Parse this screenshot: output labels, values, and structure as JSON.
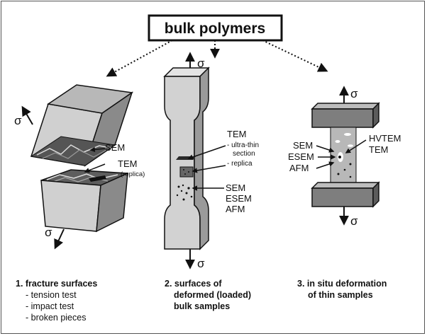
{
  "title": "bulk polymers",
  "sigma": "σ",
  "panel1": {
    "sem": "SEM",
    "tem": "TEM",
    "tem_note": "(replica)",
    "caption": {
      "heading": "1. fracture surfaces",
      "items": [
        "- tension test",
        "- impact test",
        "- broken pieces"
      ]
    }
  },
  "panel2": {
    "tem": "TEM",
    "tem_notes": [
      "- ultra-thin",
      "section",
      "- replica"
    ],
    "methods": [
      "SEM",
      "ESEM",
      "AFM"
    ],
    "caption": [
      "2. surfaces of",
      "deformed (loaded)",
      "bulk samples"
    ]
  },
  "panel3": {
    "left_methods": [
      "SEM",
      "ESEM",
      "AFM"
    ],
    "right_methods": [
      "HVTEM",
      "TEM"
    ],
    "caption": [
      "3. in situ deformation",
      "of thin samples"
    ]
  },
  "colors": {
    "face_light": "#d4d4d4",
    "face_mid": "#a8a8a8",
    "face_dark": "#7a7a7a",
    "border": "#111111"
  }
}
